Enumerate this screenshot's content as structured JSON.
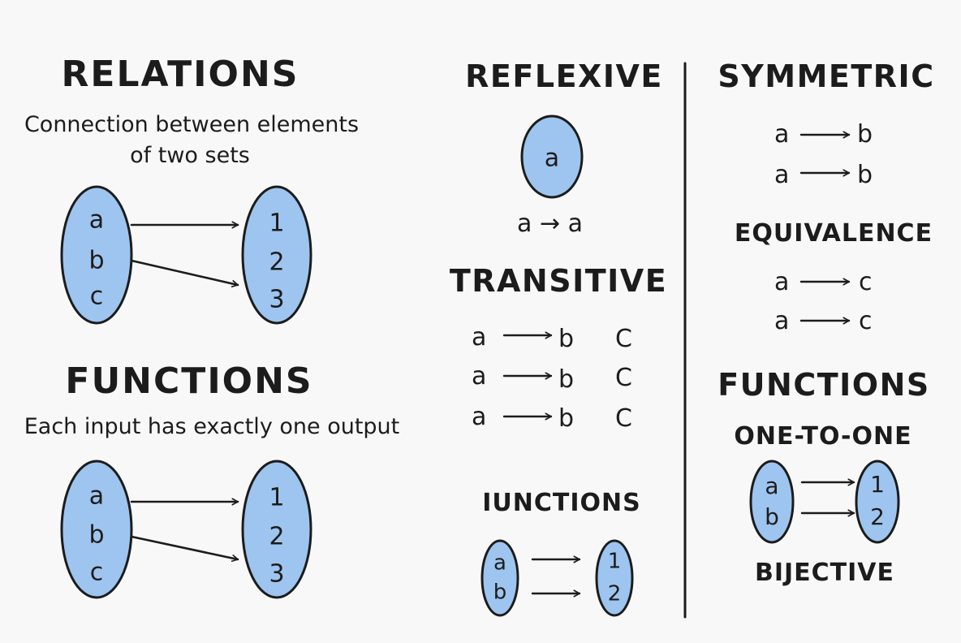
{
  "relations": {
    "title": "RELATIONS",
    "desc_line1": "Connection between elements",
    "desc_line2": "of two sets",
    "domain": [
      "a",
      "b",
      "c"
    ],
    "codomain": [
      "1",
      "2",
      "3"
    ]
  },
  "functions_left": {
    "title": "FUNCTIONS",
    "desc": "Each input has exactly one output",
    "domain": [
      "a",
      "b",
      "c"
    ],
    "codomain": [
      "1",
      "2",
      "3"
    ]
  },
  "reflexive": {
    "title": "REFLEXIVE",
    "element": "a",
    "relation_from": "a",
    "relation_to": "a"
  },
  "transitive": {
    "title": "TRANSITIVE",
    "rows": [
      {
        "from": "a",
        "to": "b",
        "extra": "C"
      },
      {
        "from": "a",
        "to": "b",
        "extra": "C"
      },
      {
        "from": "a",
        "to": "b",
        "extra": "C"
      }
    ]
  },
  "iunctions": {
    "title": "IUNCTIONS",
    "domain": [
      "a",
      "b"
    ],
    "codomain": [
      "1",
      "2"
    ]
  },
  "symmetric": {
    "title": "SYMMETRIC",
    "rows": [
      {
        "from": "a",
        "to": "b"
      },
      {
        "from": "a",
        "to": "b"
      }
    ]
  },
  "equivalence": {
    "title": "EQUIVALENCE",
    "rows": [
      {
        "from": "a",
        "to": "c"
      },
      {
        "from": "a",
        "to": "c"
      }
    ]
  },
  "functions_right": {
    "title": "FUNCTIONS",
    "subtitle": "ONE-TO-ONE",
    "domain": [
      "a",
      "b"
    ],
    "codomain": [
      "1",
      "2"
    ],
    "footer": "BIJECTIVE"
  },
  "colors": {
    "ellipse_fill": "#9ec5ef",
    "stroke": "#1c1c1c",
    "background": "#f8f8f8"
  }
}
